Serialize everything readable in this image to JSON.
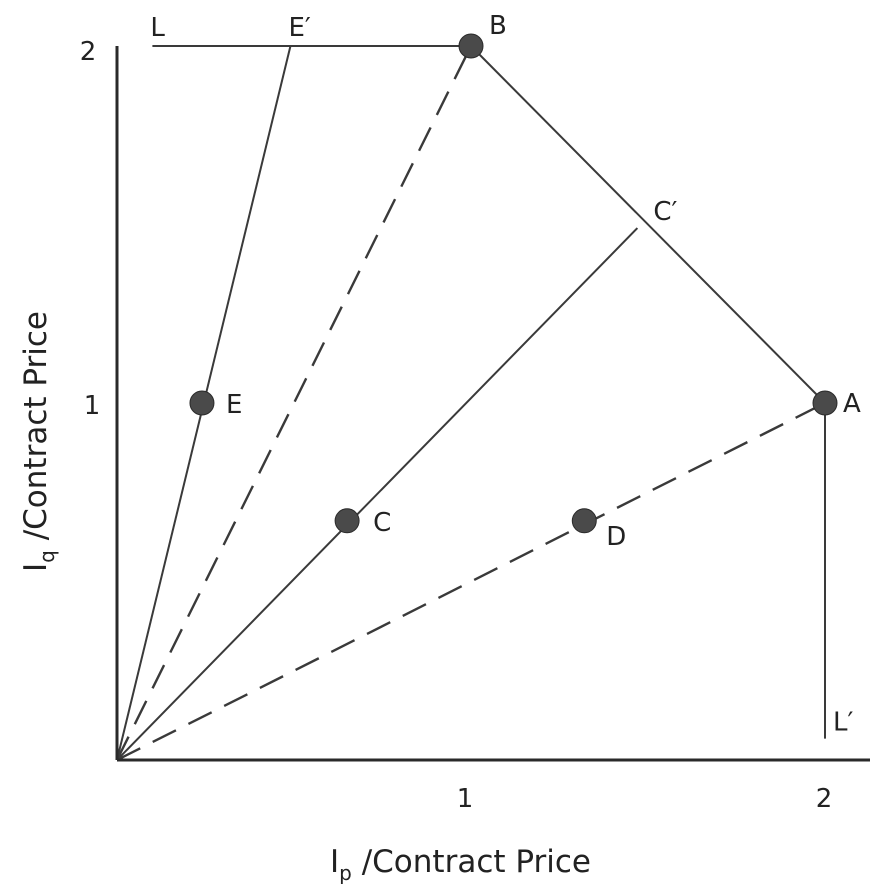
{
  "axes": {
    "x_title_main": "I",
    "x_title_sub": "p",
    "x_title_rest": " /Contract Price",
    "y_title_main": "I",
    "y_title_sub": "q",
    "y_title_rest": " /Contract Price",
    "x_ticks": [
      "1",
      "2"
    ],
    "y_ticks": [
      "1",
      "2"
    ]
  },
  "points": [
    {
      "label": "A",
      "x": 2.0,
      "y": 1.0
    },
    {
      "label": "B",
      "x": 1.0,
      "y": 2.0
    },
    {
      "label": "C",
      "x": 0.65,
      "y": 0.67
    },
    {
      "label": "D",
      "x": 1.32,
      "y": 0.67
    },
    {
      "label": "E",
      "x": 0.24,
      "y": 1.0
    }
  ],
  "markers": [
    {
      "label": "L",
      "x": 0.1,
      "y": 2.0
    },
    {
      "label": "E′",
      "x": 0.49,
      "y": 2.0
    },
    {
      "label": "C′",
      "x": 1.47,
      "y": 1.49
    },
    {
      "label": "L′",
      "x": 2.0,
      "y": 0.06
    }
  ],
  "lines": [
    {
      "from": [
        0.1,
        2.0
      ],
      "to": [
        1.0,
        2.0
      ],
      "style": "solid"
    },
    {
      "from": [
        1.0,
        2.0
      ],
      "to": [
        2.0,
        1.0
      ],
      "style": "solid"
    },
    {
      "from": [
        2.0,
        0.98
      ],
      "to": [
        2.0,
        0.06
      ],
      "style": "solid"
    },
    {
      "from": [
        0,
        0
      ],
      "to": [
        0.49,
        2.0
      ],
      "style": "solid"
    },
    {
      "from": [
        0,
        0
      ],
      "to": [
        1.47,
        1.49
      ],
      "style": "solid"
    },
    {
      "from": [
        0,
        0
      ],
      "to": [
        1.0,
        2.0
      ],
      "style": "dashed"
    },
    {
      "from": [
        0,
        0
      ],
      "to": [
        2.0,
        1.0
      ],
      "style": "dashed"
    }
  ]
}
